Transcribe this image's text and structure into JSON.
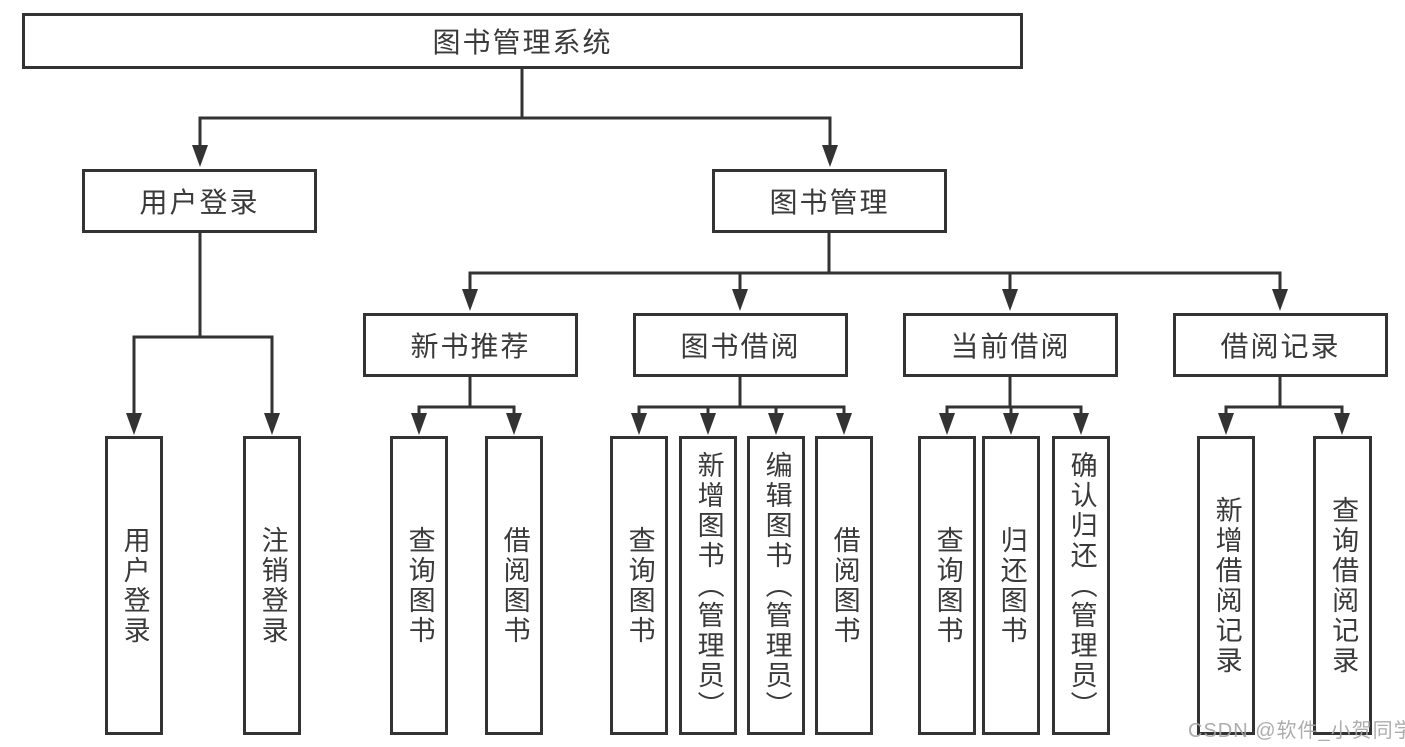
{
  "diagram": {
    "title": "图书管理系统",
    "level2": [
      "用户登录",
      "图书管理"
    ],
    "level3": [
      "新书推荐",
      "图书借阅",
      "当前借阅",
      "借阅记录"
    ],
    "leaves": [
      "用户登录",
      "注销登录",
      "查询图书",
      "借阅图书",
      "查询图书",
      "新增图书（管理员）",
      "编辑图书（管理员）",
      "借阅图书",
      "查询图书",
      "归还图书",
      "确认归还（管理员）",
      "新增借阅记录",
      "查询借阅记录"
    ]
  },
  "watermark": {
    "text": "CSDN @软件_小贺同学"
  },
  "colors": {
    "line": "#333333",
    "box_border": "#333333",
    "text": "#3a3a3a",
    "watermark": "#a4a4a4",
    "background": "#ffffff"
  }
}
